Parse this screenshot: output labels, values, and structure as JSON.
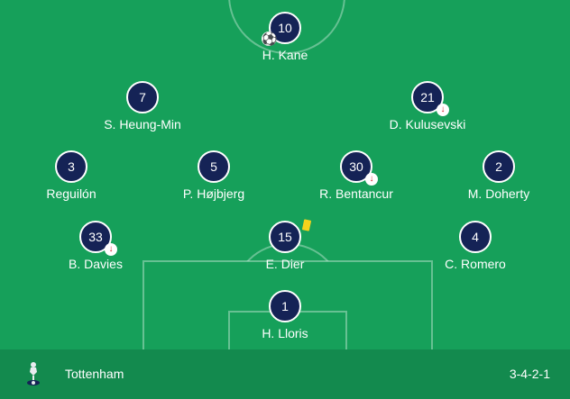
{
  "team": {
    "name": "Tottenham",
    "formation": "3-4-2-1"
  },
  "players": [
    {
      "number": "10",
      "name": "H. Kane",
      "events": [
        "goal"
      ]
    },
    {
      "number": "7",
      "name": "S. Heung-Min",
      "events": []
    },
    {
      "number": "21",
      "name": "D. Kulusevski",
      "events": [
        "subbed-off"
      ]
    },
    {
      "number": "3",
      "name": "Reguilón",
      "events": []
    },
    {
      "number": "5",
      "name": "P. Højbjerg",
      "events": []
    },
    {
      "number": "30",
      "name": "R. Bentancur",
      "events": [
        "subbed-off"
      ]
    },
    {
      "number": "2",
      "name": "M. Doherty",
      "events": []
    },
    {
      "number": "33",
      "name": "B. Davies",
      "events": [
        "subbed-off"
      ]
    },
    {
      "number": "15",
      "name": "E. Dier",
      "events": [
        "yellow-card"
      ]
    },
    {
      "number": "4",
      "name": "C. Romero",
      "events": []
    },
    {
      "number": "1",
      "name": "H. Lloris",
      "events": []
    }
  ],
  "icons": {
    "goal": "soccer-ball-icon",
    "subbed-off": "sub-off-arrow-icon",
    "yellow-card": "yellow-card-icon",
    "crest": "tottenham-cockerel-crest-icon"
  },
  "colors": {
    "pitch": "#16a05a",
    "footer": "#138a4e",
    "shirt": "#152356",
    "sub_arrow": "#d0202a",
    "yellow_card": "#f6d21c"
  }
}
